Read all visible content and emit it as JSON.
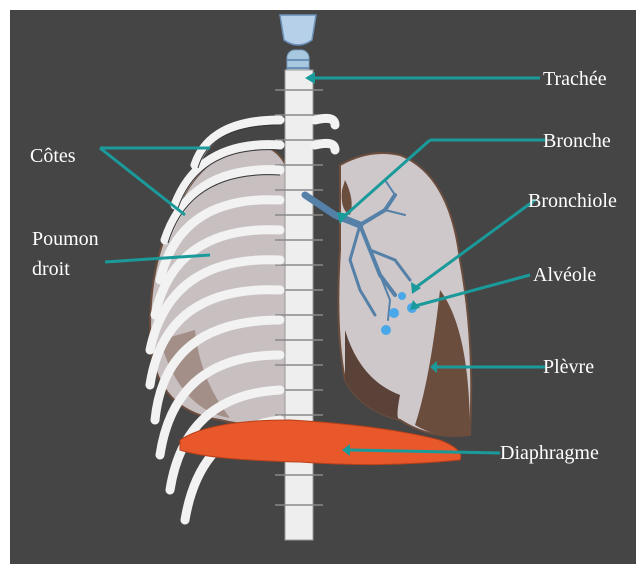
{
  "colors": {
    "background": "#454545",
    "pointer": "#1a9a9a",
    "bone": "#f2f2f2",
    "lung": "#c7bfc0",
    "lung_dark": "#6b4d3e",
    "trachea": "#a8c8e0",
    "bronchi": "#5580a8",
    "alveoli": "#4aa8e8",
    "diaphragm": "#e8582a"
  },
  "labels": {
    "trachee": "Trachée",
    "bronche": "Bronche",
    "bronchiole": "Bronchiole",
    "alveole": "Alvéole",
    "plevre": "Plèvre",
    "diaphragme": "Diaphragme",
    "cotes": "Côtes",
    "poumon_droit_line1": "Poumon",
    "poumon_droit_line2": "droit"
  }
}
